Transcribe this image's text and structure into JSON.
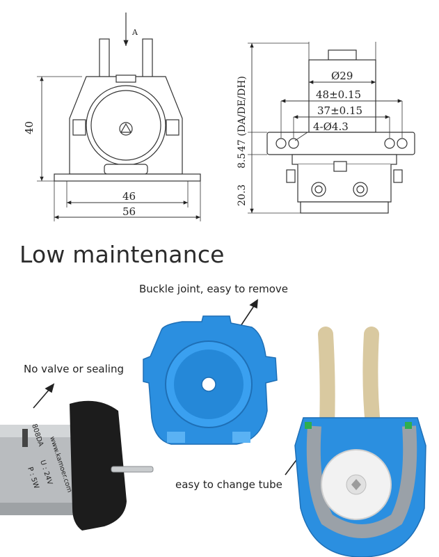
{
  "front_view": {
    "arrow_label": "A",
    "height_label": "40",
    "inner_width_label": "46",
    "outer_width_label": "56"
  },
  "side_view": {
    "diameter_label": "Ø29",
    "hole_spacing_outer_label": "48±0.15",
    "hole_spacing_inner_label": "37±0.15",
    "holes_label": "4-Ø4.3",
    "total_height_label": "47 (DA/DE/DH)",
    "flange_label": "8.5",
    "base_label": "20.3"
  },
  "heading": "Low maintenance",
  "callouts": {
    "buckle": "Buckle joint, easy to remove",
    "valve": "No valve or sealing",
    "tube": "easy to change tube"
  },
  "motor_label": {
    "url": "www.kamoer.com",
    "model": "808DA",
    "voltage": "U : 24V",
    "power": "P : 5W"
  },
  "colors": {
    "pump_blue": "#2b8fe0",
    "tube": "#d9c9a0",
    "roller": "#f2f2f2",
    "motor_metal": "#b9bcbf"
  }
}
